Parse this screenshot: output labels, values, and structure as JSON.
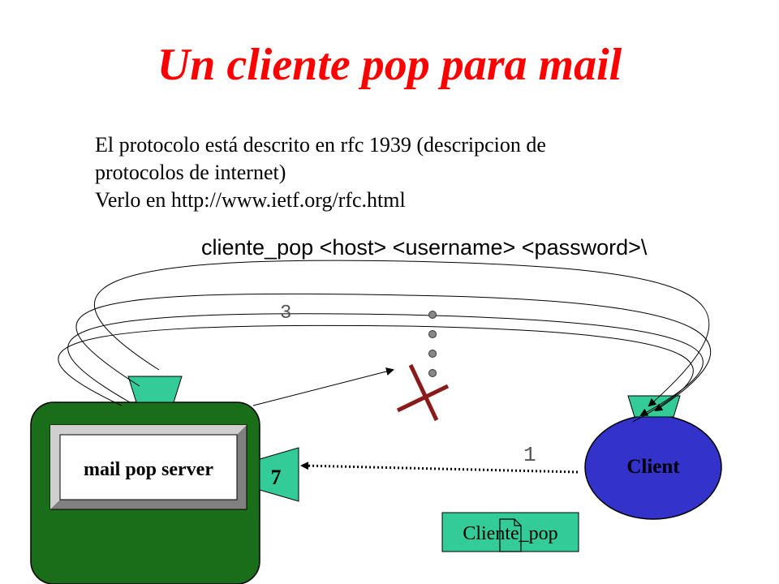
{
  "slide": {
    "title": "Un cliente pop para mail",
    "body_lines": [
      "El protocolo está descrito en rfc 1939 (descripcion de",
      "protocolos de internet)",
      "Verlo en http://www.ietf.org/rfc.html"
    ],
    "command": "cliente_pop <host> <username> <password>\\"
  },
  "diagram": {
    "server": {
      "label": "mail pop server",
      "port_label": "7",
      "color": "#1a6e1a"
    },
    "client": {
      "label": "Client",
      "color": "#3333cc"
    },
    "program": {
      "label": "Cliente_pop",
      "color": "#33cc99"
    },
    "socket_color": "#33cc99",
    "step_labels": {
      "step_one": "1",
      "step_three": "3"
    },
    "cross_color": "#8b1a1a"
  }
}
